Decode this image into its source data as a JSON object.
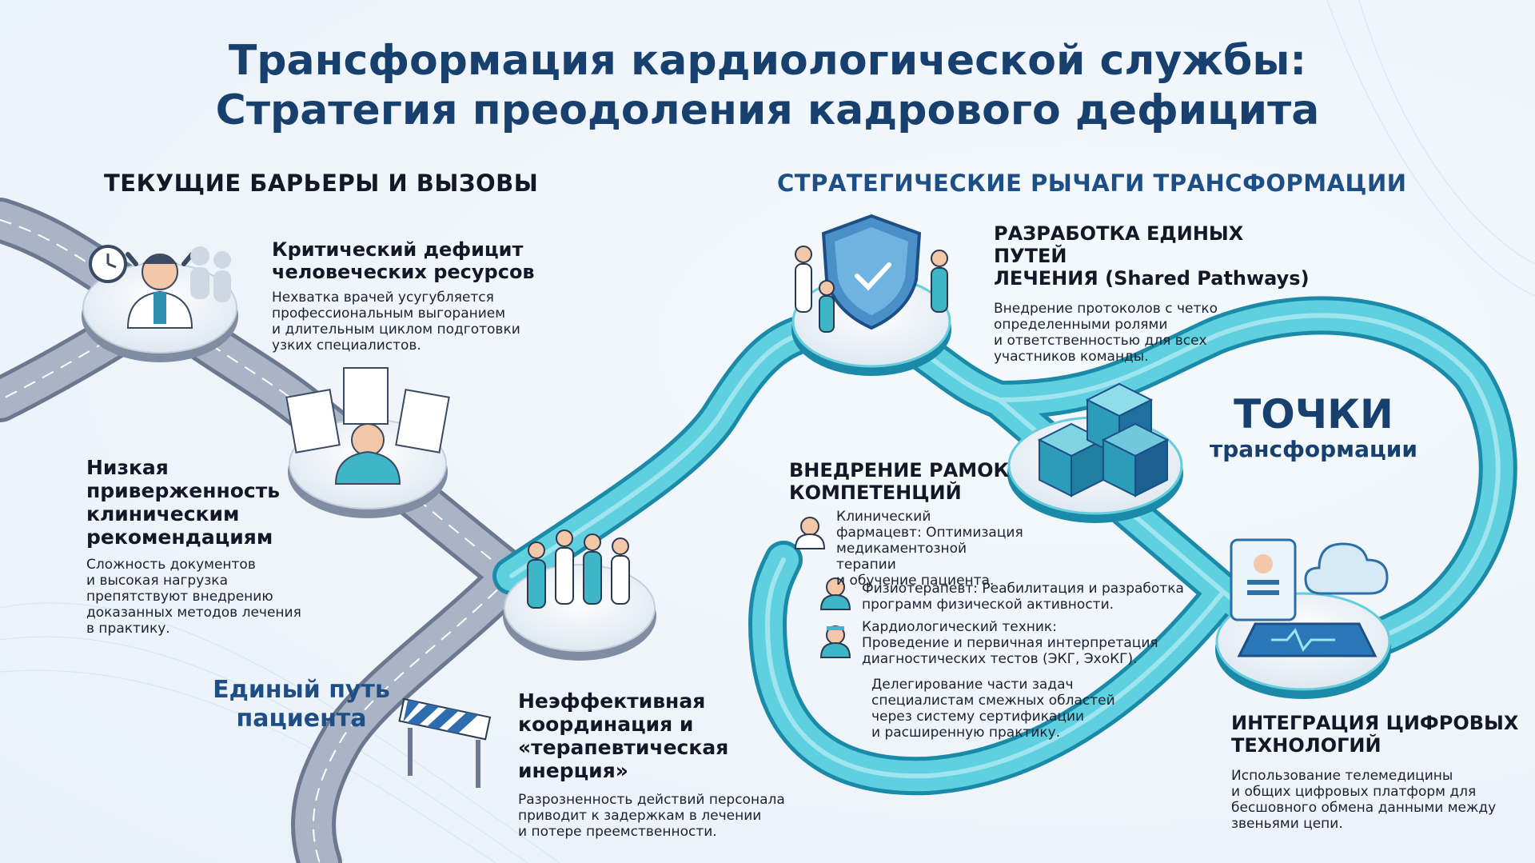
{
  "title": {
    "line1": "Трансформация кардиологической службы:",
    "line2": "Стратегия преодоления кадрового дефицита"
  },
  "left_section": {
    "heading": "ТЕКУЩИЕ БАРЬЕРЫ И ВЫЗОВЫ",
    "road_label_line1": "Единый путь",
    "road_label_line2": "пациента",
    "items": [
      {
        "title_line1": "Критический дефицит",
        "title_line2": "человеческих ресурсов",
        "text": [
          "Нехватка врачей усугубляется",
          "профессиональным выгоранием",
          "и длительным циклом подготовки",
          "узких специалистов."
        ]
      },
      {
        "title_lines": [
          "Низкая",
          "приверженность",
          "клиническим",
          "рекомендациям"
        ],
        "text": [
          "Сложность документов",
          "и высокая нагрузка",
          "препятствуют внедрению",
          "доказанных методов лечения",
          "в практику."
        ]
      },
      {
        "title_lines": [
          "Неэффективная",
          "координация и",
          "«терапевтическая",
          "инерция»"
        ],
        "text": [
          "Разрозненность действий персонала",
          "приводит к задержкам в лечении",
          "и потере преемственности."
        ]
      }
    ]
  },
  "right_section": {
    "heading": "СТРАТЕГИЧЕСКИЕ РЫЧАГИ ТРАНСФОРМАЦИИ",
    "center_label_line1": "ТОЧКИ",
    "center_label_line2": "трансформации",
    "pathways": {
      "title_line1": "РАЗРАБОТКА ЕДИНЫХ ПУТЕЙ",
      "title_line2": "ЛЕЧЕНИЯ (Shared Pathways)",
      "text": [
        "Внедрение протоколов с четко",
        "определенными ролями",
        "и ответственностью для всех",
        "участников команды."
      ]
    },
    "competence": {
      "title_line1": "ВНЕДРЕНИЕ РАМОК",
      "title_line2": "КОМПЕТЕНЦИЙ",
      "roles": [
        {
          "lines": [
            "Клинический",
            "фармацевт: Оптимизация",
            "медикаментозной терапии",
            "и обучение пациента."
          ]
        },
        {
          "lines": [
            "Физиотерапевт: Реабилитация и разработка",
            "программ физической активности."
          ]
        },
        {
          "lines": [
            "Кардиологический техник:",
            "Проведение и первичная интерпретация",
            "диагностических тестов (ЭКГ, ЭхоКГ)."
          ]
        }
      ],
      "delegation": [
        "Делегирование части задач",
        "специалистам смежных областей",
        "через систему сертификации",
        "и расширенную практику."
      ]
    },
    "digital": {
      "title_line1": "ИНТЕГРАЦИЯ ЦИФРОВЫХ",
      "title_line2": "ТЕХНОЛОГИЙ",
      "text": [
        "Использование телемедицины",
        "и общих цифровых платформ для",
        "бесшовного обмена данными между",
        "звеньями цепи."
      ]
    }
  },
  "colors": {
    "title": "#17406e",
    "road": "#8f9bb0",
    "teal_path": "#35b7cc",
    "accent_blue": "#1d4f86"
  },
  "icons": [
    "clock-icon",
    "stressed-doctor-icon",
    "documents-icon",
    "team-icon",
    "road-barrier-icon",
    "shield-team-icon",
    "cubes-icon",
    "tablet-cloud-icon",
    "pharmacist-icon",
    "physiotherapist-icon",
    "technician-icon"
  ]
}
